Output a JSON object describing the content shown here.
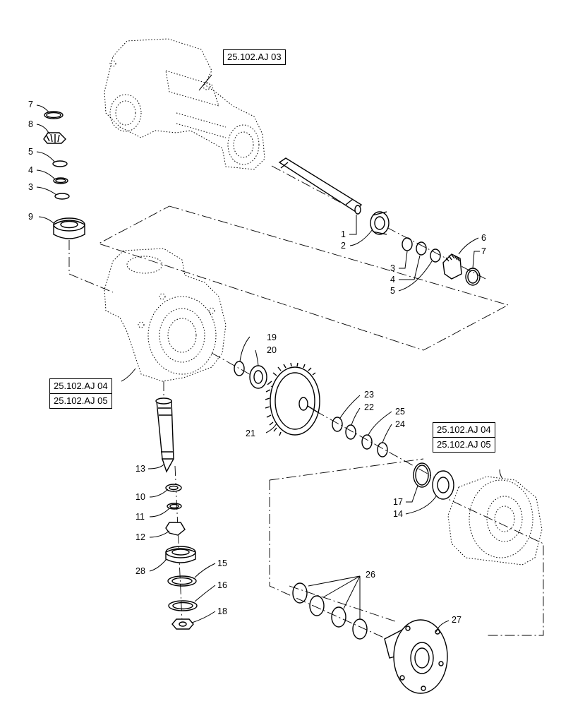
{
  "references": {
    "ref_top": "25.102.AJ 03",
    "ref_left_a": "25.102.AJ 04",
    "ref_left_b": "25.102.AJ 05",
    "ref_right_a": "25.102.AJ 04",
    "ref_right_b": "25.102.AJ 05"
  },
  "callouts": {
    "c7a": "7",
    "c8": "8",
    "c5a": "5",
    "c4a": "4",
    "c3a": "3",
    "c9": "9",
    "c1": "1",
    "c2": "2",
    "c3b": "3",
    "c4b": "4",
    "c5b": "5",
    "c6": "6",
    "c7b": "7",
    "c19": "19",
    "c20": "20",
    "c21": "21",
    "c23": "23",
    "c22": "22",
    "c25": "25",
    "c24": "24",
    "c13": "13",
    "c10": "10",
    "c11": "11",
    "c12": "12",
    "c28": "28",
    "c15": "15",
    "c16": "16",
    "c18": "18",
    "c17": "17",
    "c14": "14",
    "c26": "26",
    "c27": "27"
  }
}
